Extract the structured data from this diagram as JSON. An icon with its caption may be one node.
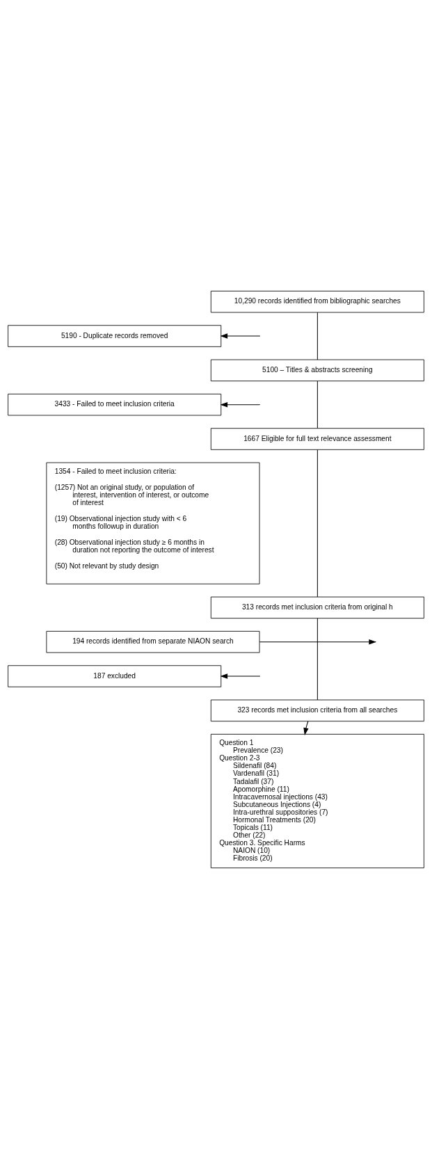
{
  "diagram": {
    "nodes": [
      {
        "text": [
          "10,290 records identified from bibliographic searches"
        ]
      },
      {
        "text": [
          "5190 - Duplicate records removed"
        ]
      },
      {
        "text": [
          "5100 – Titles & abstracts screening"
        ]
      },
      {
        "text": [
          "3433 - Failed to meet inclusion criteria"
        ]
      },
      {
        "text": [
          "1667 Eligible for full text relevance assessment"
        ]
      },
      {
        "text": [
          "1354 - Failed to meet inclusion criteria:",
          "(1257) Not an original study, or population of interest, intervention of interest, or outcome of interest",
          "(19) Observational injection study with < 6 months followup in duration",
          "(28) Observational injection study ≥ 6 months in duration not reporting the outcome of interest",
          "(50) Not relevant by study design"
        ]
      },
      {
        "text": [
          "313 records met inclusion criteria from original h"
        ]
      },
      {
        "text": [
          "194 records identified from separate NIAON search"
        ]
      },
      {
        "text": [
          "187 excluded"
        ]
      },
      {
        "text": [
          "323 records met inclusion criteria from all searches"
        ]
      },
      {
        "text": [
          "Question 1",
          "Prevalence (23)",
          "Question 2-3",
          "Sildenafil (84)",
          "Vardenafil (31)",
          "Tadalafil (37)",
          "Apomorphine (11)",
          "Intracavernosal injections (43)",
          "Subcutaneous Injections (4)",
          "Intra-urethral suppositories (7)",
          "Hormonal Treatments (20)",
          "Topicals (11)",
          "Other (22)",
          "Question 3. Specific Harms",
          "NAION (10)",
          "Fibrosis (20)"
        ]
      }
    ],
    "edges": [
      {
        "from": 0,
        "to": 2,
        "arrow": "none"
      },
      {
        "from": null,
        "to": 1,
        "arrow": "to"
      },
      {
        "from": 2,
        "to": 4,
        "arrow": "none"
      },
      {
        "from": null,
        "to": 3,
        "arrow": "to"
      },
      {
        "from": 4,
        "to": 6,
        "arrow": "none"
      },
      {
        "from": 6,
        "to": 9,
        "arrow": "none"
      },
      {
        "from": 7,
        "to": null,
        "arrow": "to"
      },
      {
        "from": null,
        "to": 8,
        "arrow": "to"
      },
      {
        "from": 9,
        "to": 10,
        "arrow": "to"
      }
    ]
  }
}
